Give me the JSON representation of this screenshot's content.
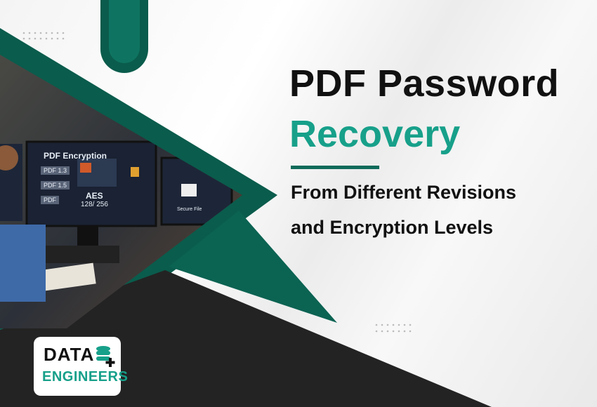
{
  "headline": {
    "line1": "PDF Password",
    "line2": "Recovery",
    "subline1": "From Different Revisions",
    "subline2": "and Encryption Levels"
  },
  "photo_screen": {
    "title": "PDF Encryption",
    "chips": [
      "PDF 1.3",
      "PDF 1.5",
      "PDF"
    ],
    "aes_label": "AES",
    "aes_bits": "128/ 256",
    "secure_label": "Secure File"
  },
  "logo": {
    "line1": "DATA",
    "line2": "ENGINEERS"
  },
  "colors": {
    "teal": "#17a08a",
    "dark_green": "#0a5c4c",
    "dark": "#232323"
  }
}
